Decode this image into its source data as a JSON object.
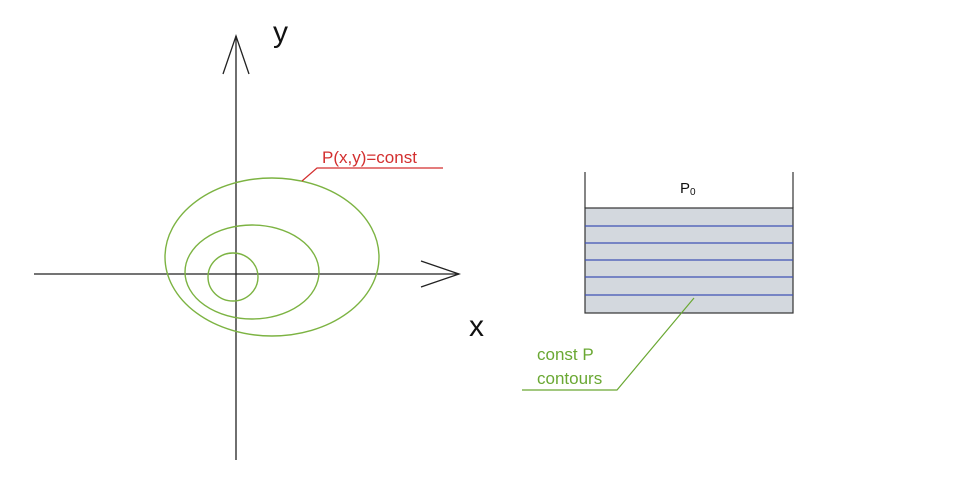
{
  "axes": {
    "x_label": "x",
    "y_label": "y"
  },
  "contour_annotation": {
    "text": "P(x,y)=const"
  },
  "tank": {
    "surface_pressure_base": "P",
    "surface_pressure_subscript": "0",
    "contour_label_line1": "const P",
    "contour_label_line2": "contours"
  },
  "colors": {
    "axis": "#222222",
    "contour": "#7cb342",
    "annotation_red": "#d32f2f",
    "annotation_green": "#6aa833",
    "tank_wall": "#333333",
    "liquid_fill": "#d3d8de",
    "isobar_lines": "#3f51b5"
  }
}
